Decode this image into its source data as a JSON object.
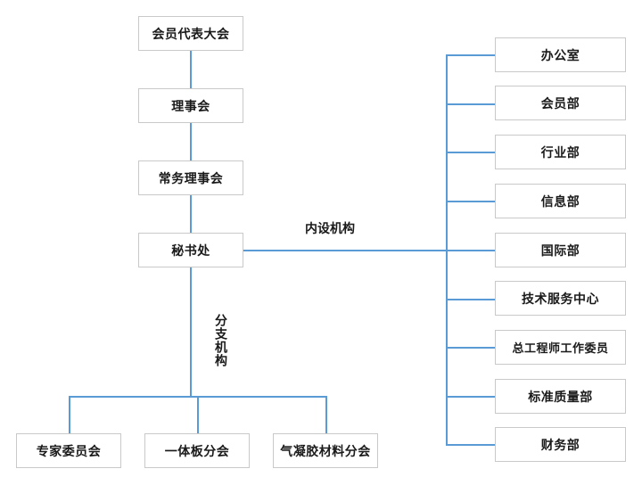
{
  "diagram": {
    "title_text_present": false,
    "colors": {
      "connector": "#5b9bd5",
      "box_border": "#c9c9c9",
      "box_fill": "#ffffff",
      "text": "#1a1a1a"
    },
    "main_chain": [
      {
        "id": "node-assembly",
        "label": "会员代表大会"
      },
      {
        "id": "node-council",
        "label": "理事会"
      },
      {
        "id": "node-standing-council",
        "label": "常务理事会"
      },
      {
        "id": "node-secretariat",
        "label": "秘书处"
      }
    ],
    "labels": {
      "internal_units": "内设机构",
      "branch_units": "分支机构"
    },
    "internal_departments": [
      {
        "id": "node-office",
        "label": "办公室"
      },
      {
        "id": "node-membership",
        "label": "会员部"
      },
      {
        "id": "node-industry",
        "label": "行业部"
      },
      {
        "id": "node-information",
        "label": "信息部"
      },
      {
        "id": "node-international",
        "label": "国际部"
      },
      {
        "id": "node-tech-service-center",
        "label": "技术服务中心"
      },
      {
        "id": "node-chief-engineer-committee",
        "label": "总工程师工作委员"
      },
      {
        "id": "node-standard-quality",
        "label": "标准质量部"
      },
      {
        "id": "node-finance",
        "label": "财务部"
      }
    ],
    "branch_organizations": [
      {
        "id": "node-expert-committee",
        "label": "专家委员会"
      },
      {
        "id": "node-integrated-board-branch",
        "label": "一体板分会"
      },
      {
        "id": "node-aerogel-material-branch",
        "label": "气凝胶材料分会"
      }
    ]
  }
}
